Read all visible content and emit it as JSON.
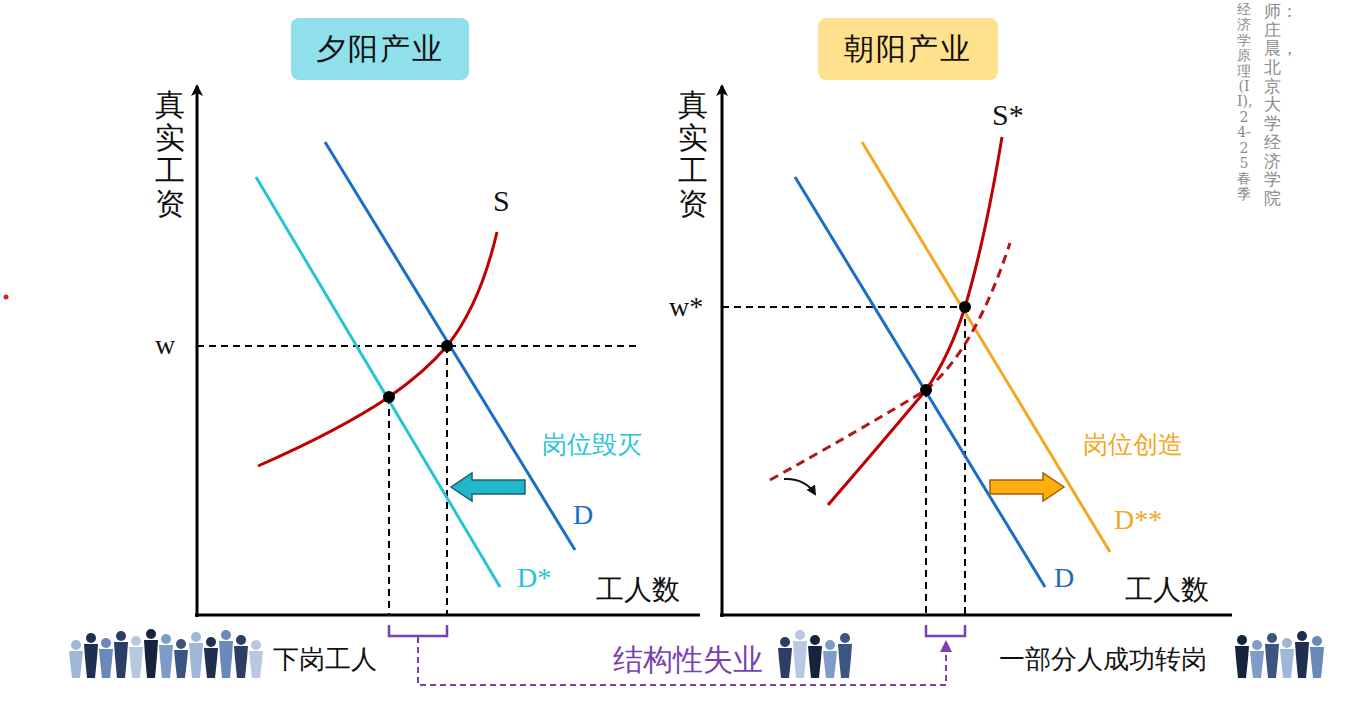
{
  "diagram": {
    "nodes": [
      {
        "text": [
          "夕阳产业"
        ]
      },
      {
        "text": [
          "朝阳产业"
        ]
      }
    ],
    "labels": [
      "真实工资",
      "S",
      "w",
      "岗位毁灭",
      "D",
      "D*",
      "工人数",
      "下岗工人",
      "真实工资",
      "S*",
      "w*",
      "岗位创造",
      "D**",
      "D",
      "工人数",
      "结构性失业",
      "一部分人成功转岗",
      "师：庄晨，北京大学经济学院",
      "经济学原理 (II), 24-25春季"
    ]
  }
}
